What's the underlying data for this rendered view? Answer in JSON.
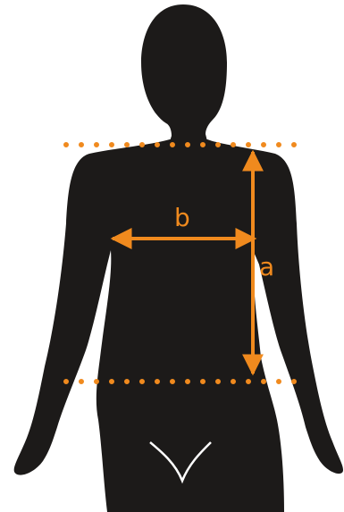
{
  "figure": {
    "labels": {
      "width": "b",
      "height": "a"
    },
    "colors": {
      "silhouette": "#1c1a19",
      "accent": "#f08a1e",
      "crotch_line": "#ffffff",
      "background": "#ffffff"
    },
    "measurements": [
      {
        "label": "a",
        "description_icon": "vertical-double-arrow"
      },
      {
        "label": "b",
        "description_icon": "horizontal-double-arrow"
      }
    ]
  }
}
